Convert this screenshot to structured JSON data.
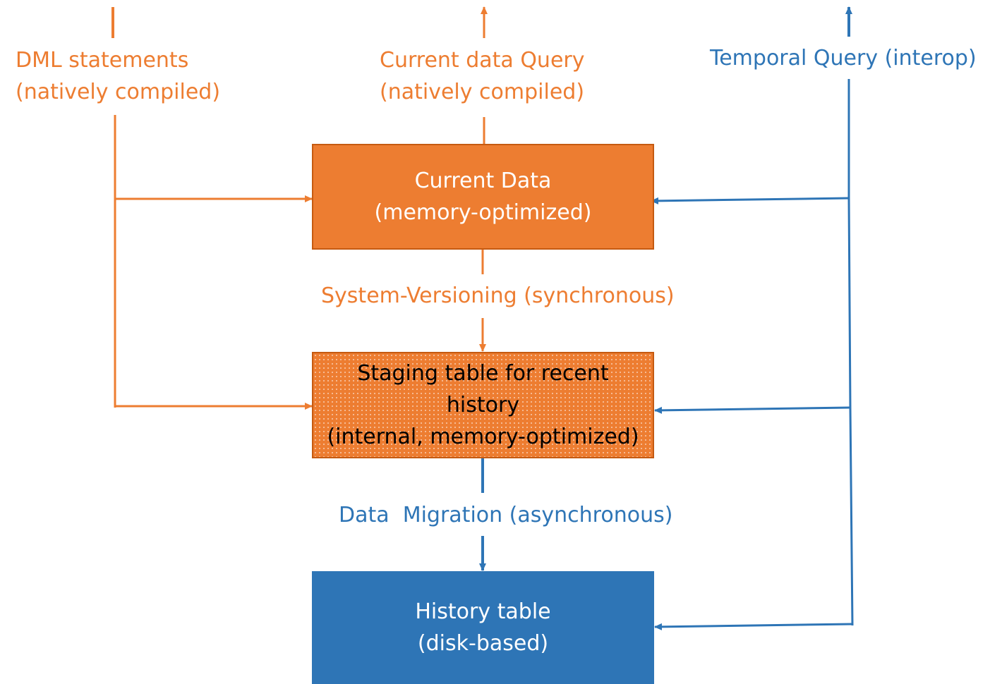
{
  "colors": {
    "orange": "#ED7D31",
    "blue": "#2E75B6",
    "orange_dark": "#C55A11"
  },
  "labels": {
    "dml": {
      "line1": "DML statements",
      "line2": "(natively compiled)"
    },
    "current_query": {
      "line1": "Current data Query",
      "line2": "(natively compiled)"
    },
    "temporal_query": "Temporal Query (interop)",
    "system_versioning": "System-Versioning (synchronous)",
    "data_migration": "Data  Migration (asynchronous)"
  },
  "boxes": {
    "current_data": {
      "line1": "Current Data",
      "line2": "(memory-optimized)"
    },
    "staging": {
      "line1": "Staging table for recent",
      "line2": "history",
      "line3": "(internal, memory-optimized)"
    },
    "history": {
      "line1": "History table",
      "line2": "(disk-based)"
    }
  }
}
